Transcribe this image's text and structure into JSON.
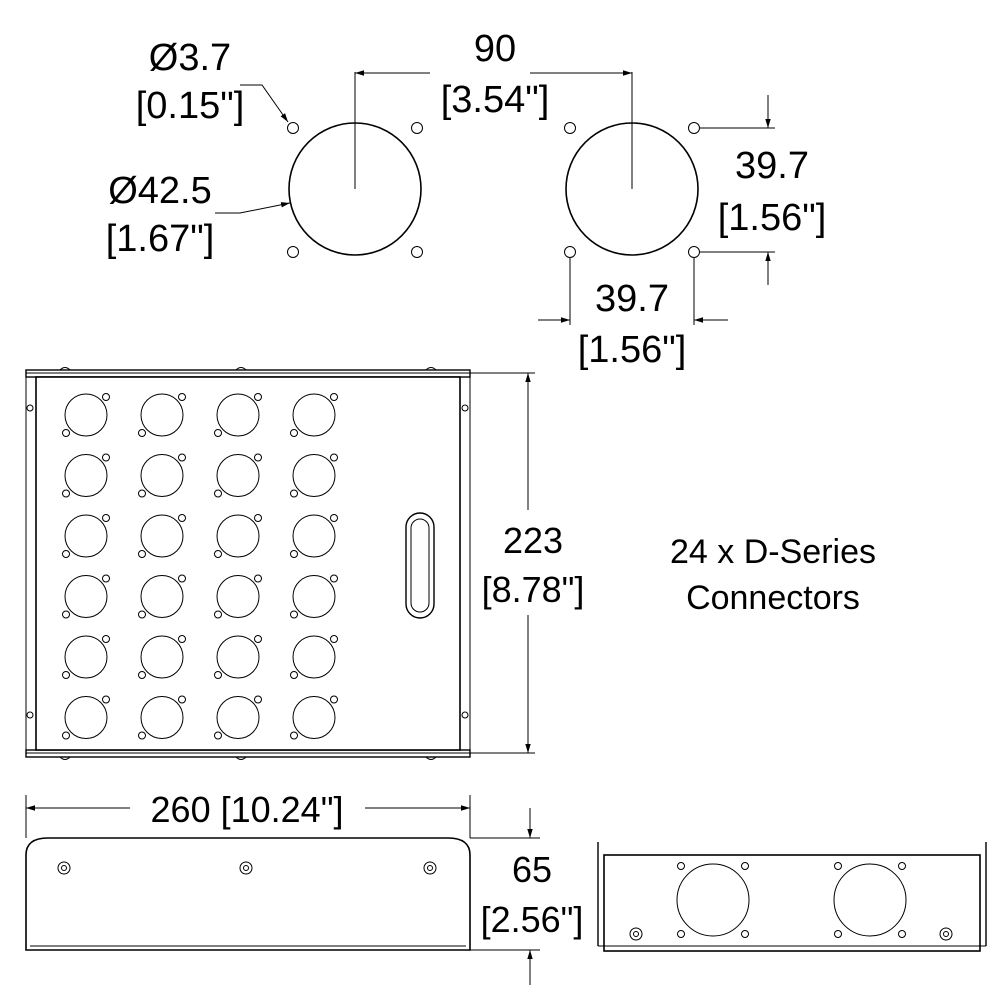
{
  "detail": {
    "hole_dia_mm": "Ø3.7",
    "hole_dia_in": "[0.15\"]",
    "cutout_dia_mm": "Ø42.5",
    "cutout_dia_in": "[1.67\"]",
    "spacing_mm": "90",
    "spacing_in": "[3.54\"]",
    "hole_vert_mm": "39.7",
    "hole_vert_in": "[1.56\"]",
    "hole_horiz_mm": "39.7",
    "hole_horiz_in": "[1.56\"]"
  },
  "front_view": {
    "height_mm": "223",
    "height_in": "[8.78\"]",
    "connector_rows": 6,
    "connector_cols": 4,
    "note_line1": "24 x D-Series",
    "note_line2": "Connectors"
  },
  "side_view": {
    "width_label": "260 [10.24\"]",
    "height_mm": "65",
    "height_in": "[2.56\"]"
  }
}
